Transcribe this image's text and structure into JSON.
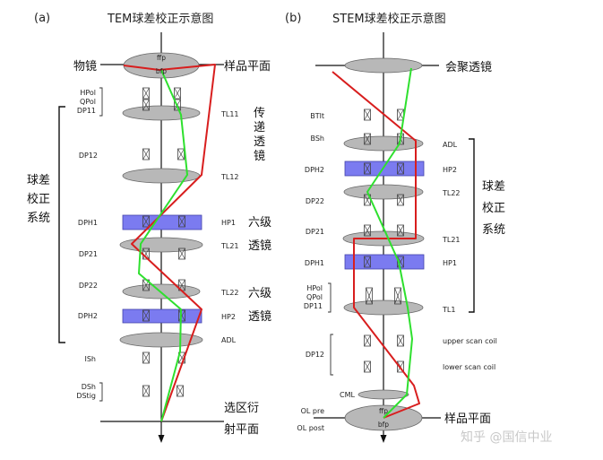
{
  "panel_a": {
    "label": "(a)",
    "title": "TEM球差校正示意图",
    "left_labels": {
      "object_plane": "物镜",
      "hpol": "HPol",
      "qpol": "QPol",
      "dp11": "DP11",
      "dp12": "DP12",
      "dph1": "DPH1",
      "dp21": "DP21",
      "dp22": "DP22",
      "dph2": "DPH2",
      "ish": "ISh",
      "dsh": "DSh",
      "dstig": "DStig"
    },
    "bracket_labels": [
      "球差",
      "校正",
      "系统"
    ],
    "lens_texts": {
      "ffp": "ffp",
      "bfp": "bfp"
    },
    "right_labels": {
      "sample_plane": "样品平面",
      "tl11": "TL11",
      "transfer": [
        "传",
        "递",
        "透",
        "镜"
      ],
      "tl12": "TL12",
      "hp1": "HP1",
      "tl21": "TL21",
      "six1": "六级",
      "lens1": "透镜",
      "tl22": "TL22",
      "hp2": "HP2",
      "six2": "六级",
      "lens2": "透镜",
      "adl": "ADL",
      "sad": [
        "选区衍",
        "射平面"
      ]
    }
  },
  "panel_b": {
    "label": "(b)",
    "title": "STEM球差校正示意图",
    "left_labels": {
      "btlt": "BTlt",
      "bsh": "BSh",
      "dph2": "DPH2",
      "dp22": "DP22",
      "dp21": "DP21",
      "dph1": "DPH1",
      "hpol": "HPol",
      "qpol": "QPol",
      "dp11": "DP11",
      "dp12": "DP12",
      "cml": "CML",
      "ol_pre": "OL pre",
      "ol_post": "OL post"
    },
    "lens_texts": {
      "ffp": "ffp",
      "bfp": "bfp"
    },
    "right_labels": {
      "condenser": "会聚透镜",
      "adl": "ADL",
      "hp2": "HP2",
      "tl22": "TL22",
      "tl21": "TL21",
      "hp1": "HP1",
      "tl1": "TL1",
      "upper_scan": "upper scan coil",
      "lower_scan": "lower scan coil",
      "sample_plane": "样品平面"
    },
    "bracket_labels": [
      "球差",
      "校正",
      "系统"
    ]
  },
  "watermark": "知乎 @国信中业",
  "colors": {
    "lens_fill": "#b8b8b8",
    "hexapole_fill": "#7b7bf0",
    "ray_red": "#d81e1e",
    "ray_green": "#2ee02e",
    "axis": "#111111"
  }
}
